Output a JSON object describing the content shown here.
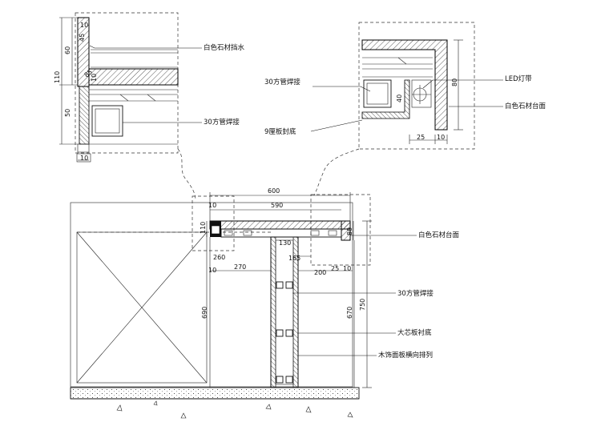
{
  "detail_a": {
    "dims": {
      "d10_top": "10",
      "d45": "45",
      "d60": "60",
      "d110": "110",
      "d85": "85",
      "d10_mid": "10",
      "d50": "50",
      "d10_bottom": "10"
    },
    "label_stone_upstand": "白色石材挡水",
    "label_tube": "30方管焊接"
  },
  "detail_b": {
    "label_tube": "30方管焊接",
    "label_plywood": "9厘板封底",
    "label_led": "LED灯带",
    "label_stone_top": "白色石材台面",
    "dims": {
      "d80": "80",
      "d40": "40",
      "d25": "25",
      "d10": "10"
    }
  },
  "section": {
    "dims": {
      "d600": "600",
      "d590": "590",
      "d10_top": "10",
      "d110": "110",
      "d80": "80",
      "d130": "130",
      "d165": "165",
      "d260": "260",
      "d270": "270",
      "d10_left": "10",
      "d25": "25",
      "d10_right": "10",
      "d200": "200",
      "d690": "690",
      "d670": "670",
      "d750": "750"
    },
    "label_stone_top": "白色石材台面",
    "label_tube": "30方管焊接",
    "label_blockboard": "大芯板衬底",
    "label_veneer": "木饰面板横向排列"
  }
}
